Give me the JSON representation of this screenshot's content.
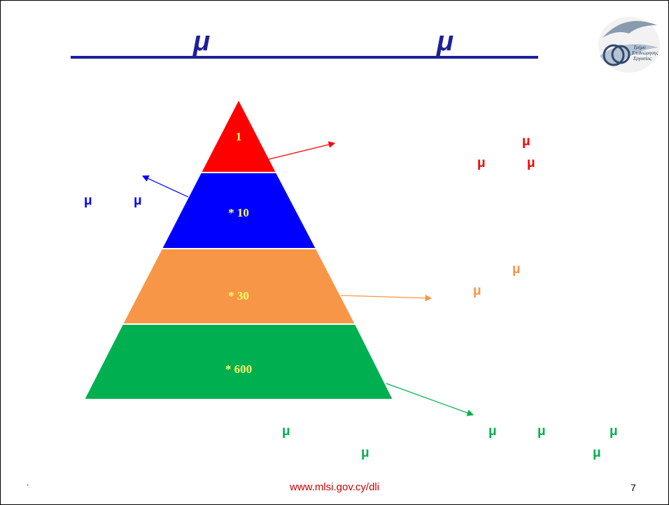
{
  "title": {
    "left_mu": "μ",
    "right_mu": "μ",
    "color": "#1f1f99"
  },
  "logo": {
    "lines": [
      "Τμήμα",
      "Επιθεώρησης",
      "Εργασίας"
    ]
  },
  "pyramid": {
    "tiers": [
      {
        "label": "1",
        "color": "#ff0000"
      },
      {
        "label": "* 10",
        "color": "#0000ff"
      },
      {
        "label": "* 30",
        "color": "#f79646"
      },
      {
        "label": "* 600",
        "color": "#00b050"
      }
    ]
  },
  "notes": {
    "red": {
      "color": "#ff0000",
      "a": "μ",
      "b": "μ",
      "c": "μ"
    },
    "blue": {
      "color": "#0000ff",
      "a": "μ",
      "b": "μ"
    },
    "orange": {
      "color": "#f79646",
      "a": "μ",
      "b": "μ"
    },
    "green_bottom": {
      "color": "#00b050",
      "a": "μ",
      "b": "μ"
    },
    "green_right": {
      "color": "#00b050",
      "a": "μ",
      "b": "μ",
      "c": "μ",
      "d": "μ"
    }
  },
  "footer": {
    "url": "www.mlsi.gov.cy/dli",
    "page": "7",
    "dot": "."
  }
}
